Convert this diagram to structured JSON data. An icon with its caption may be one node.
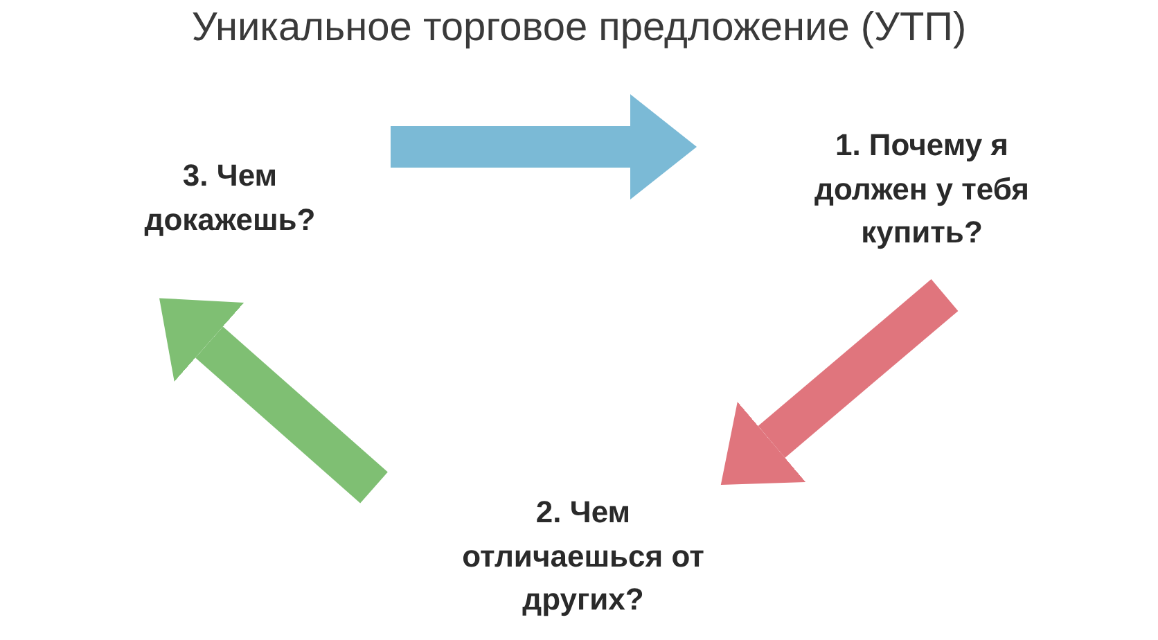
{
  "diagram": {
    "title": "Уникальное торговое предложение (УТП)",
    "nodes": [
      {
        "text": [
          "3. Чем докажешь?"
        ]
      },
      {
        "text": [
          "1. Почему я должен у тебя купить?"
        ]
      },
      {
        "text": [
          "2. Чем отличаешься от других?"
        ]
      }
    ],
    "edges": [
      {
        "from": 0,
        "to": 1,
        "arrow": "to",
        "color": "#7bbad6"
      },
      {
        "from": 1,
        "to": 2,
        "arrow": "to",
        "color": "#e0757d"
      },
      {
        "from": 2,
        "to": 0,
        "arrow": "to",
        "color": "#7fbf73"
      }
    ]
  }
}
